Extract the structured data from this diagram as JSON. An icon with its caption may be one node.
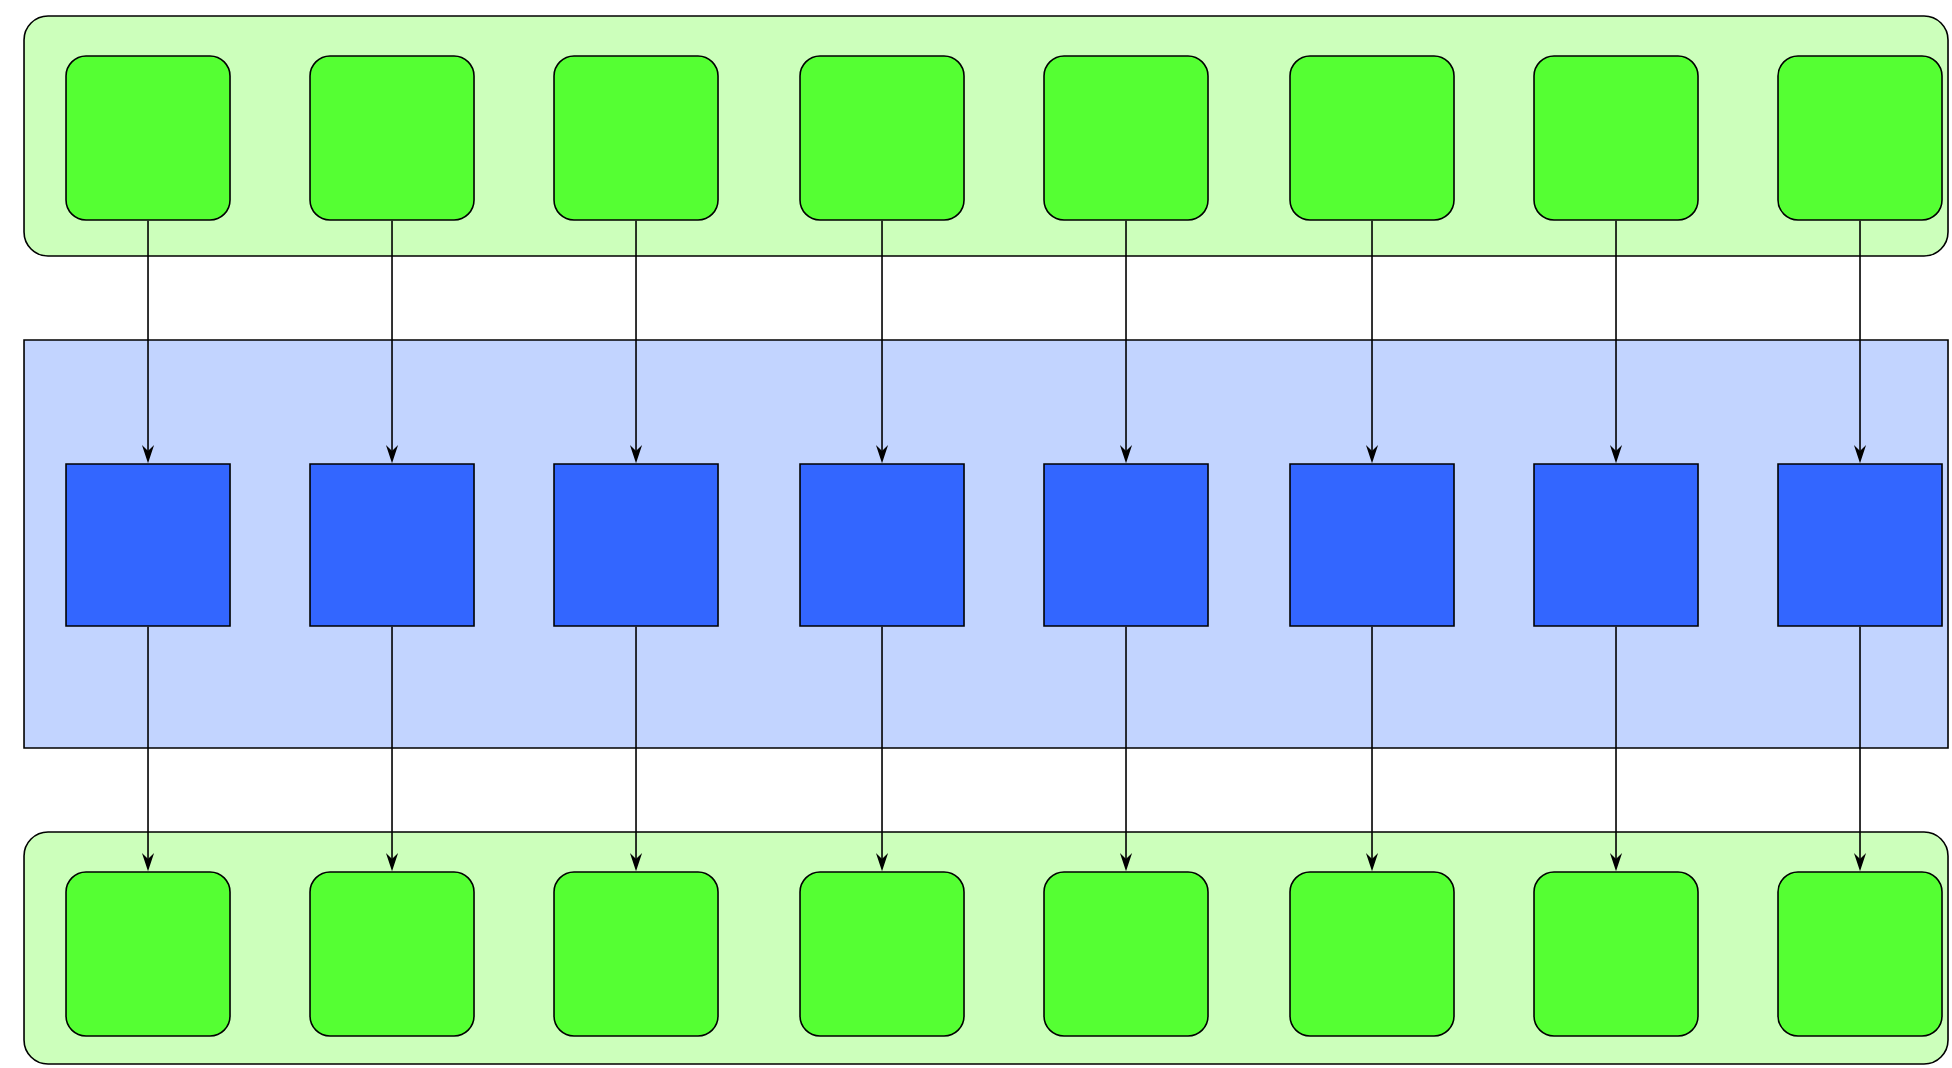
{
  "diagram": {
    "nodes": [
      {
        "text": [],
        "shape": "band"
      },
      {
        "text": [],
        "shape": "box",
        "in": 0
      },
      {
        "text": [],
        "shape": "box",
        "in": 0
      },
      {
        "text": [],
        "shape": "box",
        "in": 0
      },
      {
        "text": [],
        "shape": "box",
        "in": 0
      },
      {
        "text": [],
        "shape": "box",
        "in": 0
      },
      {
        "text": [],
        "shape": "box",
        "in": 0
      },
      {
        "text": [],
        "shape": "box",
        "in": 0
      },
      {
        "text": [],
        "shape": "box",
        "in": 0
      },
      {
        "text": [],
        "shape": "band"
      },
      {
        "text": [],
        "shape": "box",
        "in": 9
      },
      {
        "text": [],
        "shape": "box",
        "in": 9
      },
      {
        "text": [],
        "shape": "box",
        "in": 9
      },
      {
        "text": [],
        "shape": "box",
        "in": 9
      },
      {
        "text": [],
        "shape": "box",
        "in": 9
      },
      {
        "text": [],
        "shape": "box",
        "in": 9
      },
      {
        "text": [],
        "shape": "box",
        "in": 9
      },
      {
        "text": [],
        "shape": "box",
        "in": 9
      },
      {
        "text": [],
        "shape": "band"
      },
      {
        "text": [],
        "shape": "box",
        "in": 18
      },
      {
        "text": [],
        "shape": "box",
        "in": 18
      },
      {
        "text": [],
        "shape": "box",
        "in": 18
      },
      {
        "text": [],
        "shape": "box",
        "in": 18
      },
      {
        "text": [],
        "shape": "box",
        "in": 18
      },
      {
        "text": [],
        "shape": "box",
        "in": 18
      },
      {
        "text": [],
        "shape": "box",
        "in": 18
      },
      {
        "text": [],
        "shape": "box",
        "in": 18
      }
    ],
    "edges": [
      {
        "from": 1,
        "to": 10,
        "arrow": "to"
      },
      {
        "from": 2,
        "to": 11,
        "arrow": "to"
      },
      {
        "from": 3,
        "to": 12,
        "arrow": "to"
      },
      {
        "from": 4,
        "to": 13,
        "arrow": "to"
      },
      {
        "from": 5,
        "to": 14,
        "arrow": "to"
      },
      {
        "from": 6,
        "to": 15,
        "arrow": "to"
      },
      {
        "from": 7,
        "to": 16,
        "arrow": "to"
      },
      {
        "from": 8,
        "to": 17,
        "arrow": "to"
      },
      {
        "from": 10,
        "to": 19,
        "arrow": "to"
      },
      {
        "from": 11,
        "to": 20,
        "arrow": "to"
      },
      {
        "from": 12,
        "to": 21,
        "arrow": "to"
      },
      {
        "from": 13,
        "to": 22,
        "arrow": "to"
      },
      {
        "from": 14,
        "to": 23,
        "arrow": "to"
      },
      {
        "from": 15,
        "to": 24,
        "arrow": "to"
      },
      {
        "from": 16,
        "to": 25,
        "arrow": "to"
      },
      {
        "from": 17,
        "to": 26,
        "arrow": "to"
      }
    ]
  }
}
